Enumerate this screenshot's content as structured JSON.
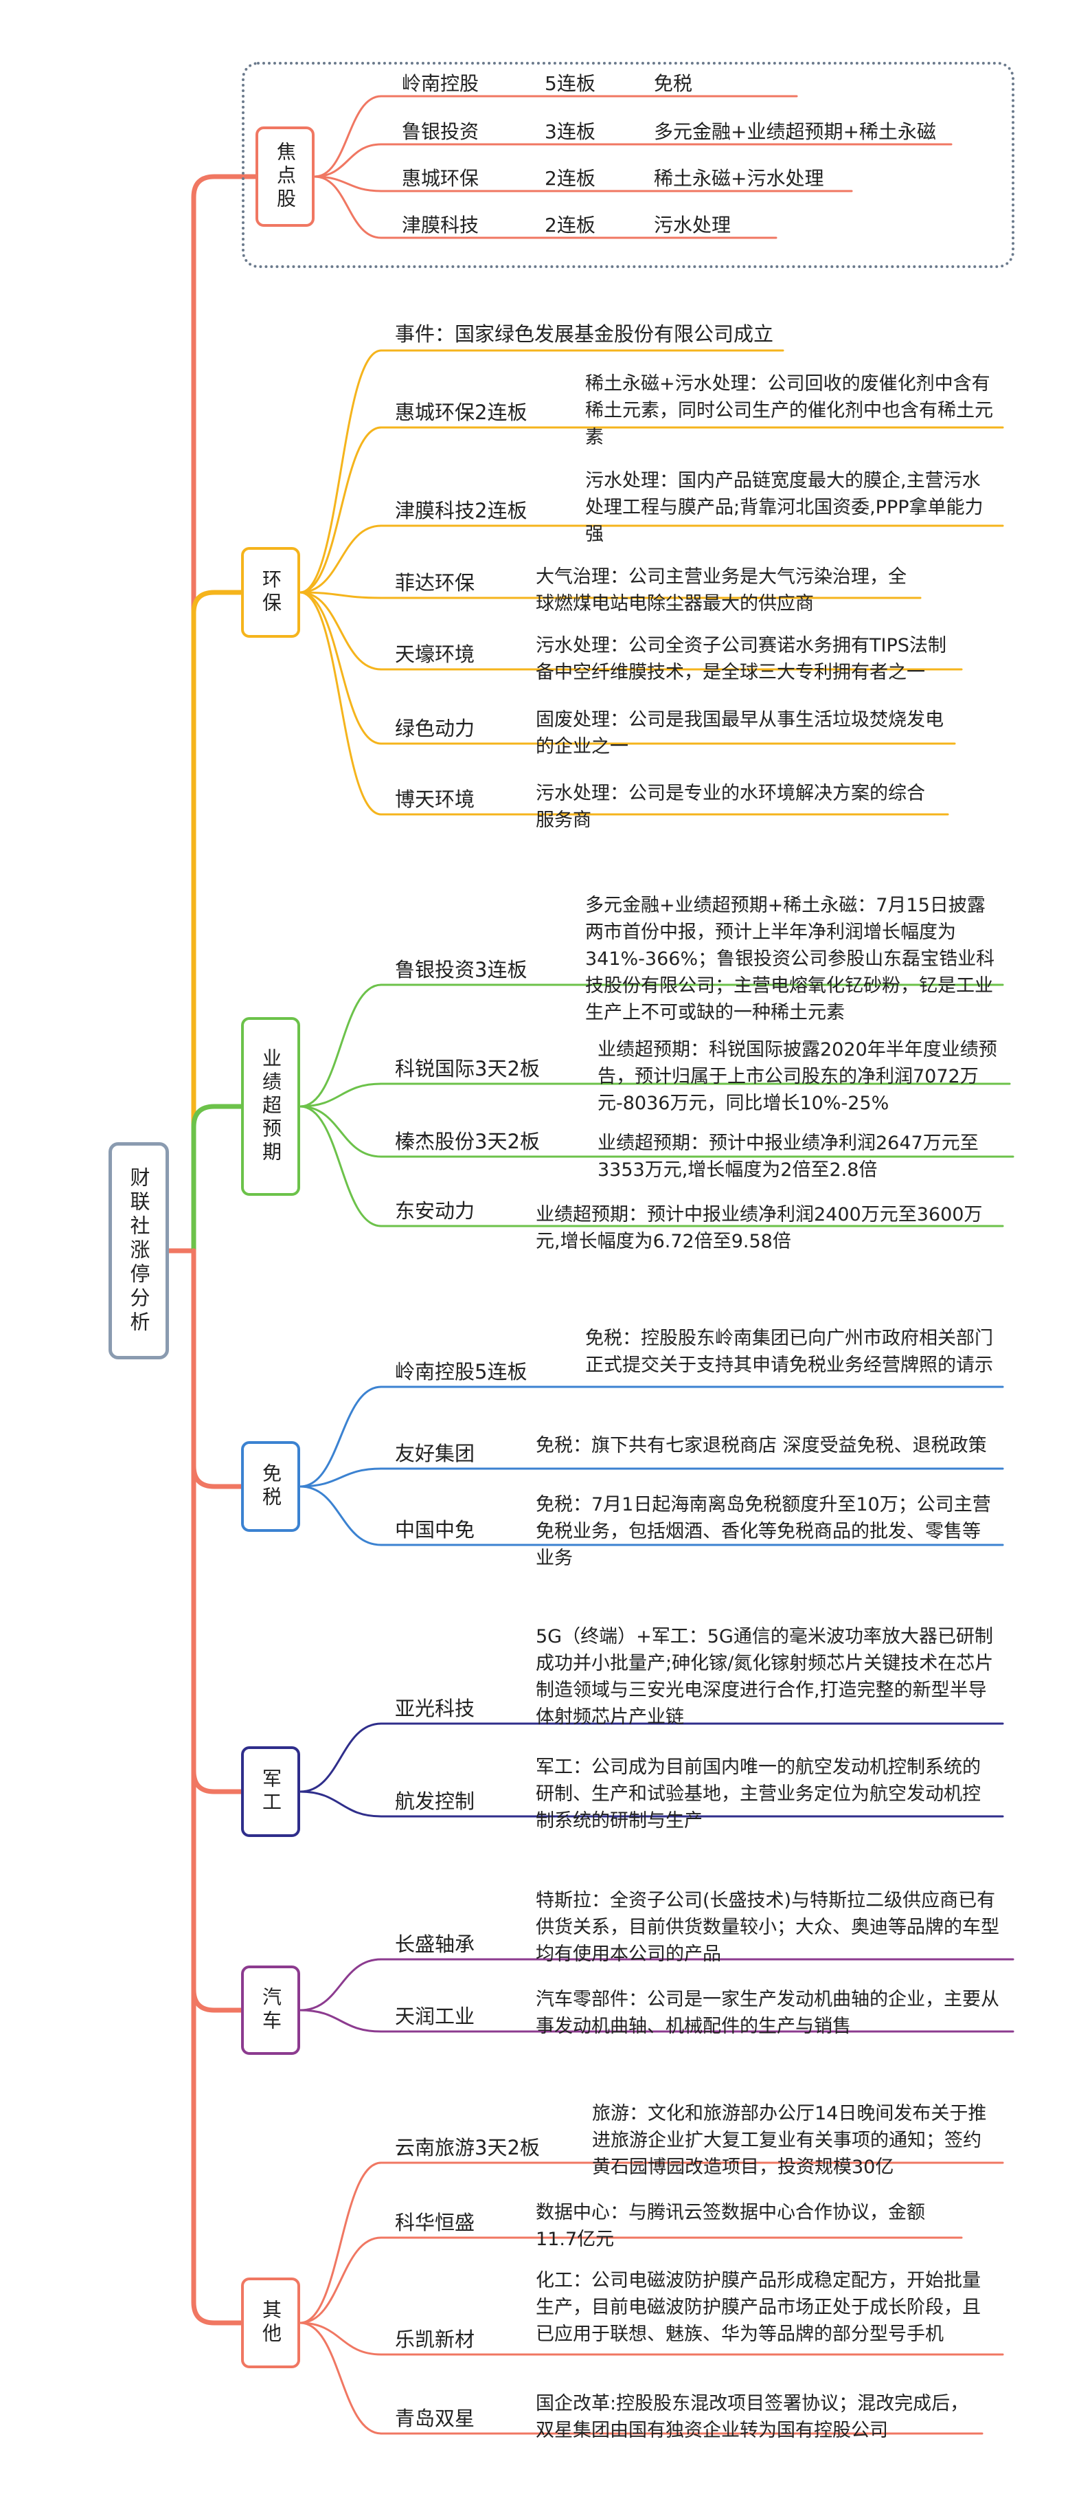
{
  "root": {
    "label": "财联社涨停分析"
  },
  "focus": {
    "label": "焦点股",
    "rows": [
      {
        "name": "岭南控股",
        "boards": "5连板",
        "theme": "免税"
      },
      {
        "name": "鲁银投资",
        "boards": "3连板",
        "theme": "多元金融+业绩超预期+稀土永磁"
      },
      {
        "name": "惠城环保",
        "boards": "2连板",
        "theme": "稀土永磁+污水处理"
      },
      {
        "name": "津膜科技",
        "boards": "2连板",
        "theme": "污水处理"
      }
    ]
  },
  "categories": [
    {
      "label": "环保",
      "event": "事件：国家绿色发展基金股份有限公司成立",
      "items": [
        {
          "name": "惠城环保2连板",
          "desc": "稀土永磁+污水处理：公司回收的废催化剂中含有稀土元素，同时公司生产的催化剂中也含有稀土元素"
        },
        {
          "name": "津膜科技2连板",
          "desc": "污水处理：国内产品链宽度最大的膜企,主营污水处理工程与膜产品;背靠河北国资委,PPP拿单能力强"
        },
        {
          "name": "菲达环保",
          "desc": "大气治理：公司主营业务是大气污染治理，全球燃煤电站电除尘器最大的供应商"
        },
        {
          "name": "天壕环境",
          "desc": "污水处理：公司全资子公司赛诺水务拥有TIPS法制备中空纤维膜技术，是全球三大专利拥有者之一"
        },
        {
          "name": "绿色动力",
          "desc": "固废处理：公司是我国最早从事生活垃圾焚烧发电的企业之一"
        },
        {
          "name": "博天环境",
          "desc": "污水处理：公司是专业的水环境解决方案的综合服务商"
        }
      ]
    },
    {
      "label": "业绩超预期",
      "items": [
        {
          "name": "鲁银投资3连板",
          "desc": "多元金融+业绩超预期+稀土永磁：7月15日披露两市首份中报，预计上半年净利润增长幅度为341%-366%；鲁银投资公司参股山东磊宝锆业科技股份有限公司；主营电熔氧化钇砂粉，钇是工业生产上不可或缺的一种稀土元素"
        },
        {
          "name": "科锐国际3天2板",
          "desc": "业绩超预期：科锐国际披露2020年半年度业绩预告，预计归属于上市公司股东的净利润7072万元-8036万元，同比增长10%-25%"
        },
        {
          "name": "榛杰股份3天2板",
          "desc": "业绩超预期：预计中报业绩净利润2647万元至3353万元,增长幅度为2倍至2.8倍"
        },
        {
          "name": "东安动力",
          "desc": "业绩超预期：预计中报业绩净利润2400万元至3600万元,增长幅度为6.72倍至9.58倍"
        }
      ]
    },
    {
      "label": "免税",
      "items": [
        {
          "name": "岭南控股5连板",
          "desc": "免税：控股股东岭南集团已向广州市政府相关部门正式提交关于支持其申请免税业务经营牌照的请示"
        },
        {
          "name": "友好集团",
          "desc": "免税：旗下共有七家退税商店 深度受益免税、退税政策"
        },
        {
          "name": "中国中免",
          "desc": "免税：7月1日起海南离岛免税额度升至10万；公司主营免税业务，包括烟酒、香化等免税商品的批发、零售等业务"
        }
      ]
    },
    {
      "label": "军工",
      "items": [
        {
          "name": "亚光科技",
          "desc": "5G（终端）+军工：5G通信的毫米波功率放大器已研制成功并小批量产;砷化镓/氮化镓射频芯片关键技术在芯片制造领域与三安光电深度进行合作,打造完整的新型半导体射频芯片产业链"
        },
        {
          "name": "航发控制",
          "desc": "军工：公司成为目前国内唯一的航空发动机控制系统的研制、生产和试验基地，主营业务定位为航空发动机控制系统的研制与生产"
        }
      ]
    },
    {
      "label": "汽车",
      "items": [
        {
          "name": "长盛轴承",
          "desc": "特斯拉：全资子公司(长盛技术)与特斯拉二级供应商已有供货关系，目前供货数量较小；大众、奥迪等品牌的车型均有使用本公司的产品"
        },
        {
          "name": "天润工业",
          "desc": "汽车零部件：公司是一家生产发动机曲轴的企业，主要从事发动机曲轴、机械配件的生产与销售"
        }
      ]
    },
    {
      "label": "其他",
      "items": [
        {
          "name": "云南旅游3天2板",
          "desc": "旅游：文化和旅游部办公厅14日晚间发布关于推进旅游企业扩大复工复业有关事项的通知；签约黄石园博园改造项目，投资规模30亿"
        },
        {
          "name": "科华恒盛",
          "desc": "数据中心：与腾讯云签数据中心合作协议，金额11.7亿元"
        },
        {
          "name": "乐凯新材",
          "desc": "化工：公司电磁波防护膜产品形成稳定配方，开始批量生产，目前电磁波防护膜产品市场正处于成长阶段，且已应用于联想、魅族、华为等品牌的部分型号手机"
        },
        {
          "name": "青岛双星",
          "desc": "国企改革:控股股东混改项目签署协议；混改完成后，双星集团由国有独资企业转为国有控股公司"
        }
      ]
    }
  ],
  "colors": {
    "trunk": "#f07762",
    "focus": "#f07762",
    "env": "#f5b41c",
    "perf": "#6cc24a",
    "duty": "#3b82d1",
    "mil": "#2f2e8b",
    "auto": "#8c3b8f",
    "other": "#f07762"
  }
}
